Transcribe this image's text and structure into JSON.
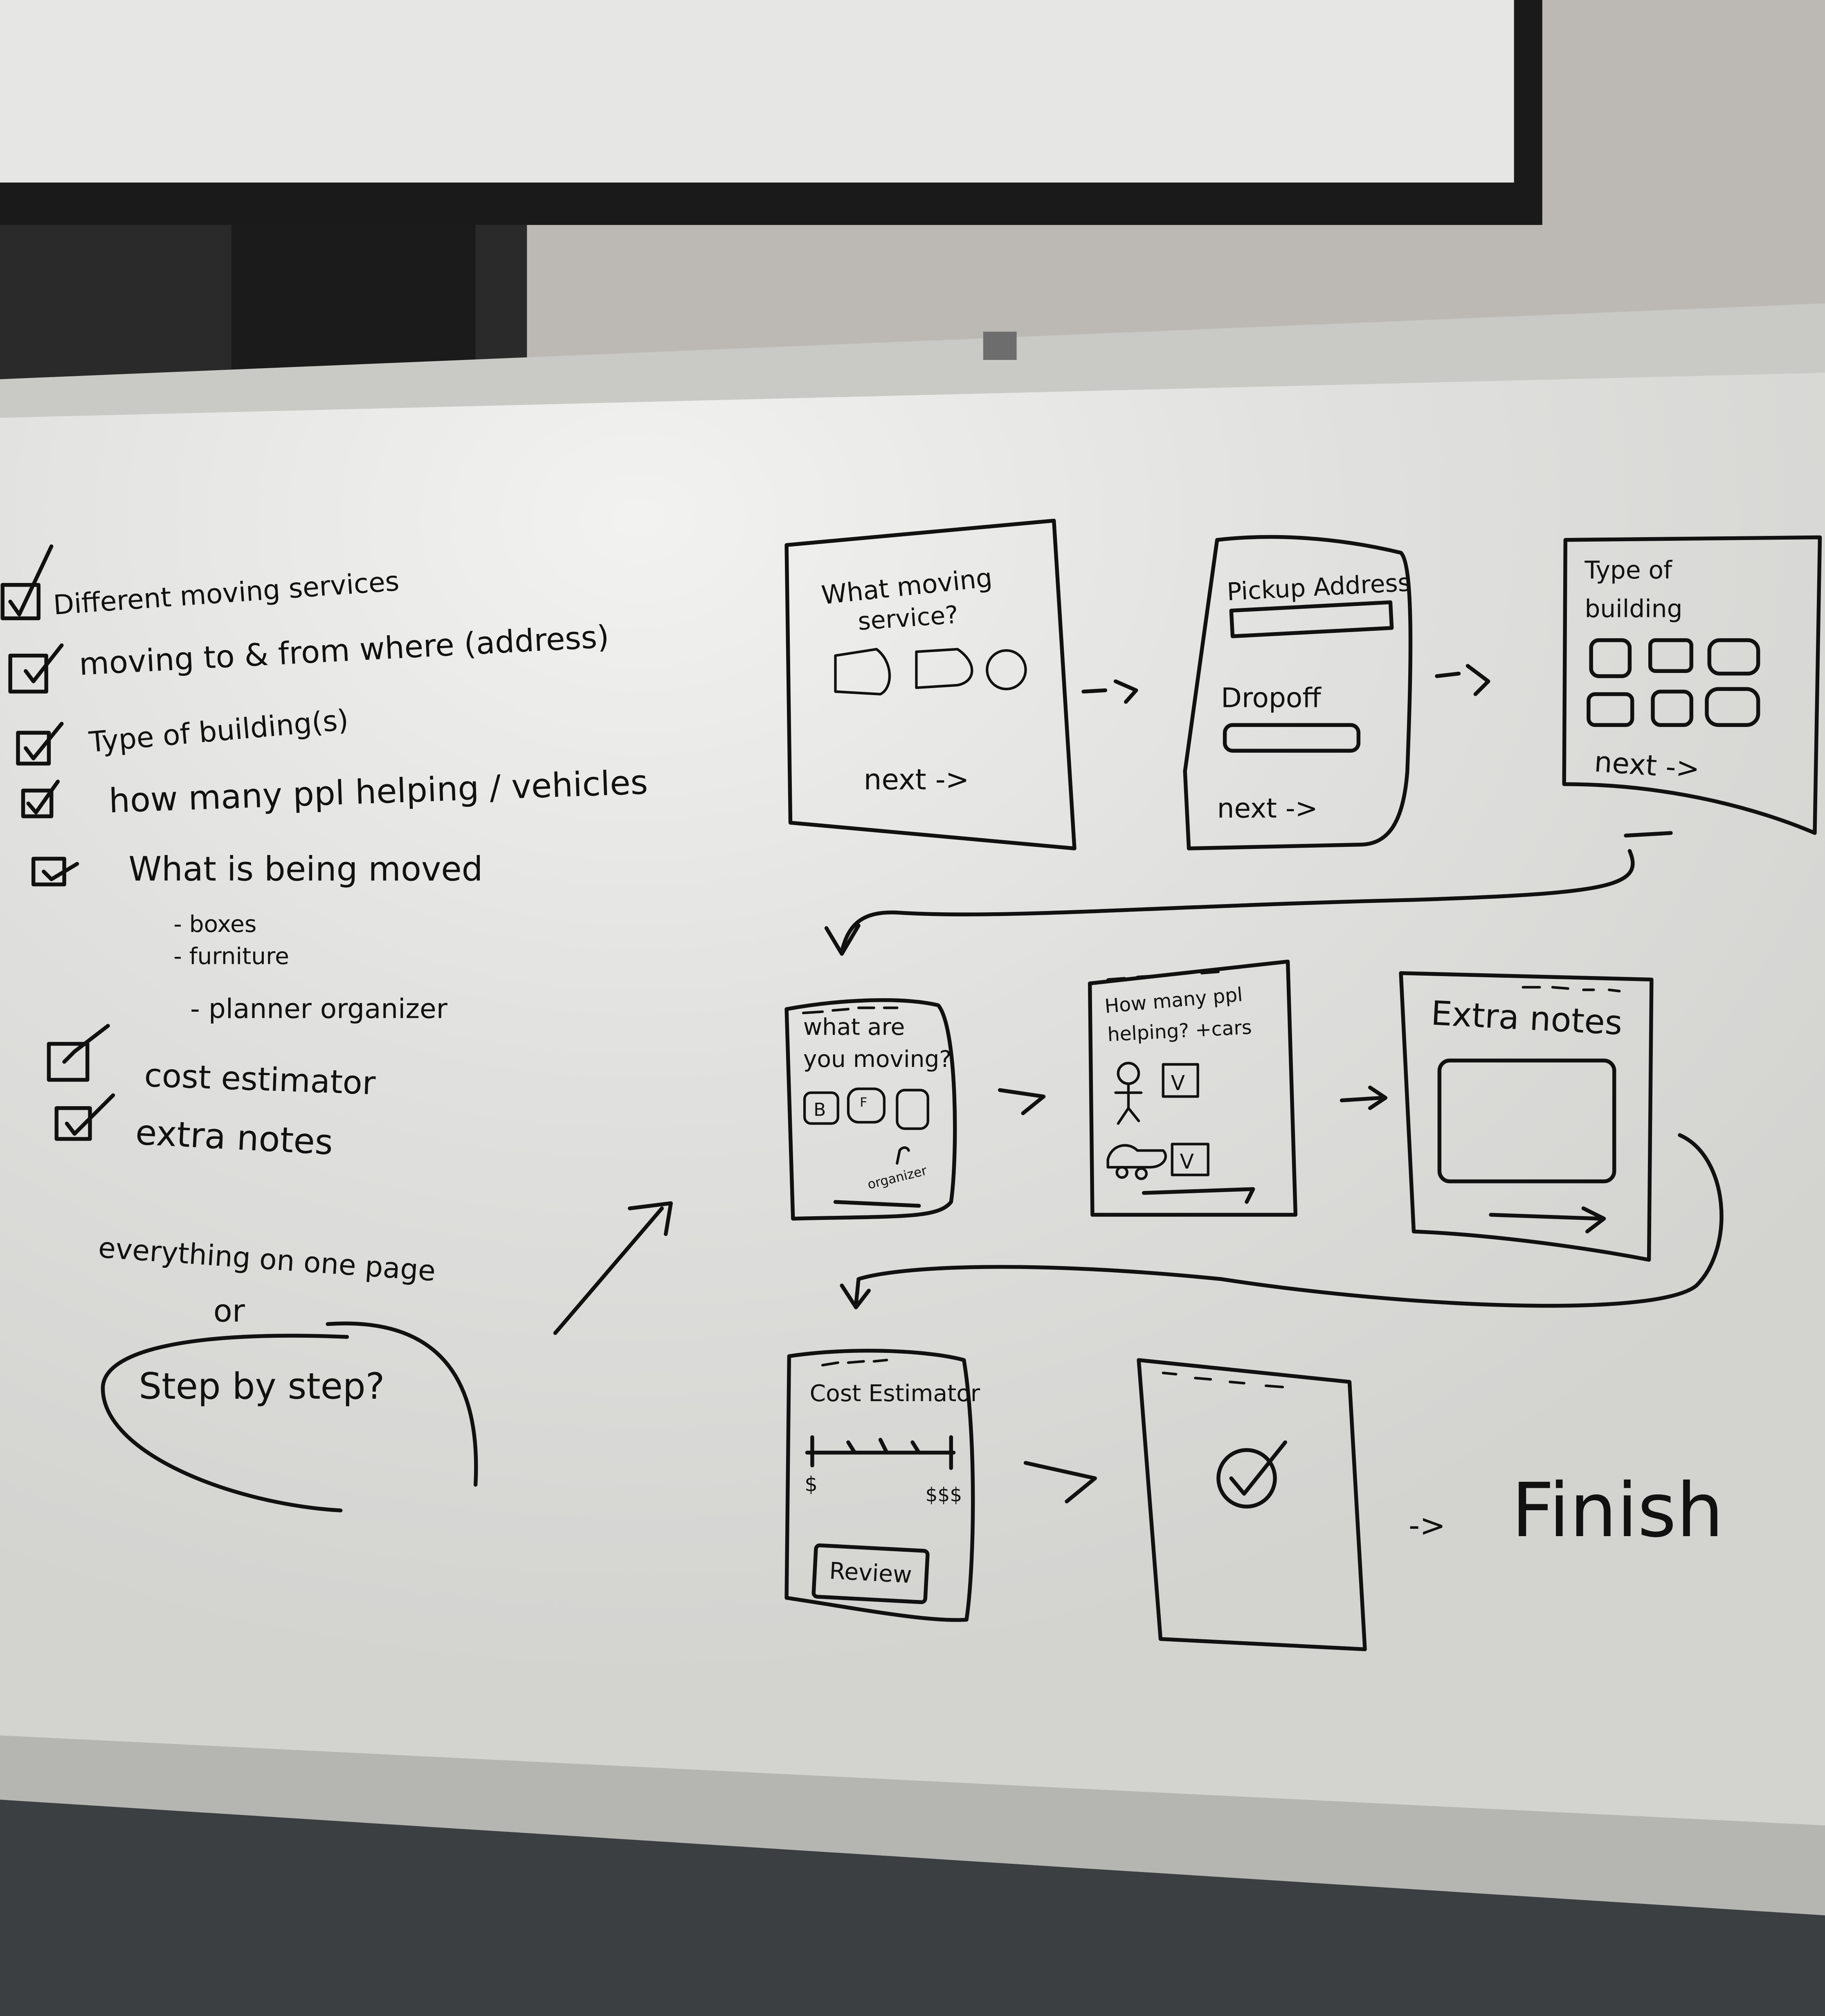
{
  "checklist": {
    "items": [
      {
        "label": "Different moving services",
        "checked": true
      },
      {
        "label": "moving to & from where (address)",
        "checked": true
      },
      {
        "label": "Type of building(s)",
        "checked": true
      },
      {
        "label": "how many ppl helping / vehicles",
        "checked": true
      },
      {
        "label": "What is being moved",
        "checked": true
      },
      {
        "label": "cost estimator",
        "checked": true
      },
      {
        "label": "extra notes",
        "checked": true
      }
    ],
    "subitems": [
      "- boxes",
      "- furniture",
      "- planner organizer"
    ]
  },
  "question": {
    "line1": "everything on one page",
    "line2": "or",
    "line3": "Step by step?"
  },
  "screens": {
    "service": {
      "title1": "What moving",
      "title2": "service?",
      "next": "next ->"
    },
    "address": {
      "pickup": "Pickup Address",
      "dropoff": "Dropoff",
      "next": "next ->"
    },
    "building": {
      "title1": "Type of",
      "title2": "building",
      "next": "next ->"
    },
    "items": {
      "title1": "what are",
      "title2": "you moving?",
      "box1": "B",
      "box2": "F",
      "organizer": "organizer"
    },
    "helpers": {
      "title1": "How many ppl",
      "title2": "helping? +cars",
      "check1": "V",
      "check2": "V"
    },
    "notes": {
      "title": "Extra notes"
    },
    "cost": {
      "title": "Cost Estimator",
      "min": "$",
      "max": "$$$",
      "review": "Review"
    },
    "confirm": {}
  },
  "finish": {
    "arrow": "->",
    "label": "Finish"
  },
  "colors": {
    "ink": "#111111",
    "board": "#dcdcd9",
    "wall": "#bcb9b4",
    "carpet": "#3c3f42",
    "screen": "#e6e6e4",
    "bezel": "#1a1a1a"
  }
}
